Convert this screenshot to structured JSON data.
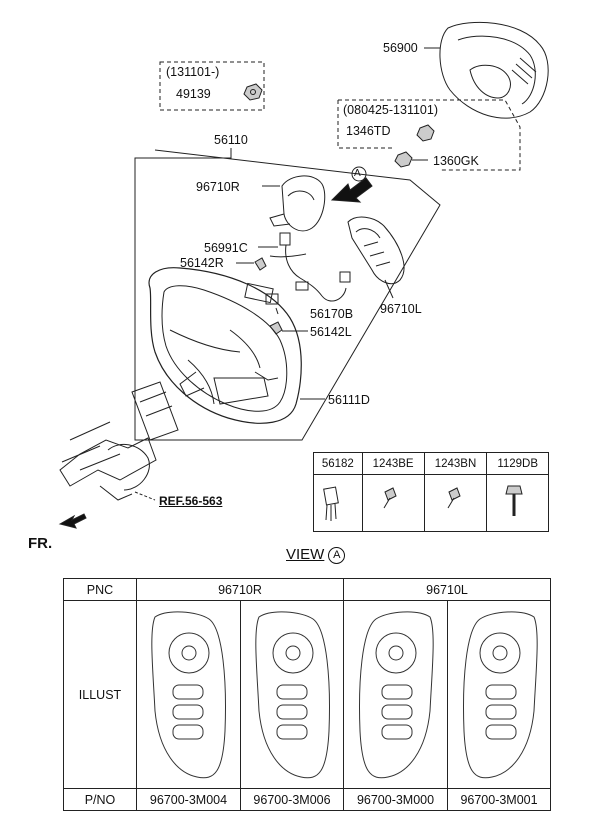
{
  "callouts": {
    "p56900": "56900",
    "date1": "(131101-)",
    "p49139": "49139",
    "date2": "(080425-131101)",
    "p1346td": "1346TD",
    "p1360gk": "1360GK",
    "p56110": "56110",
    "p96710r": "96710R",
    "p56991c": "56991C",
    "p56142r": "56142R",
    "p56170b": "56170B",
    "p56142l": "56142L",
    "p96710l": "96710L",
    "p56111d": "56111D",
    "ref": "REF.56-563",
    "fr": "FR.",
    "view_marker": "A"
  },
  "parts_table": {
    "headers": [
      "56182",
      "1243BE",
      "1243BN",
      "1129DB"
    ]
  },
  "view": {
    "title": "VIEW",
    "marker": "A",
    "row_labels": {
      "pnc": "PNC",
      "illust": "ILLUST",
      "pno": "P/NO"
    },
    "pnc_groups": [
      "96710R",
      "96710L"
    ],
    "part_numbers": [
      "96700-3M004",
      "96700-3M006",
      "96700-3M000",
      "96700-3M001"
    ]
  }
}
